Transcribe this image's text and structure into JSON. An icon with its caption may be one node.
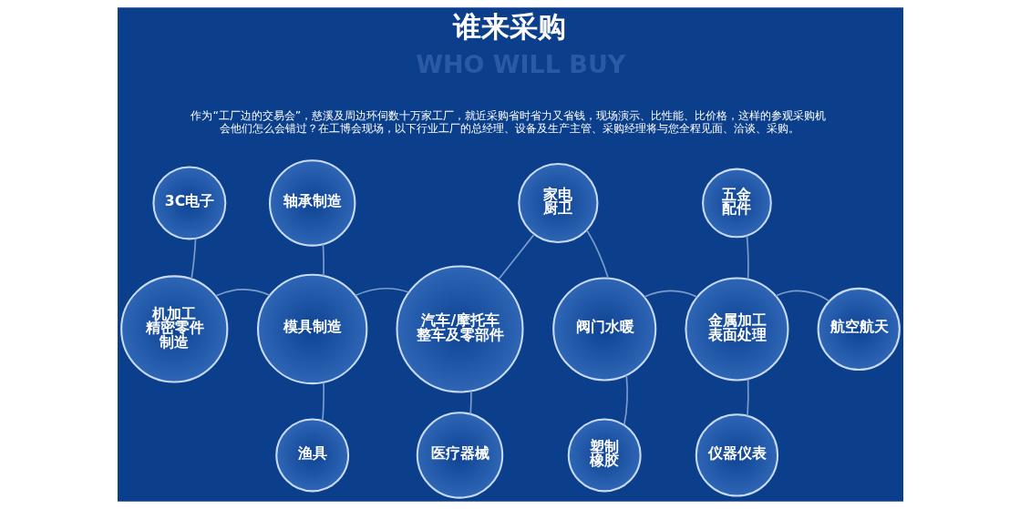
{
  "diagram": {
    "title": "谁来采购",
    "nodes": [
      {
        "text": [
          "机加工精密零件制造"
        ]
      },
      {
        "text": [
          "3C电子"
        ]
      },
      {
        "text": [
          "轴承制造"
        ]
      },
      {
        "text": [
          "模具制造"
        ]
      },
      {
        "text": [
          "渔具"
        ]
      },
      {
        "text": [
          "医疗器械"
        ]
      },
      {
        "text": [
          "汽车/摩托车整车及零部件"
        ]
      },
      {
        "text": [
          "家电厨卫"
        ]
      },
      {
        "text": [
          "阀门水暖"
        ]
      },
      {
        "text": [
          "塑制橡胶"
        ]
      },
      {
        "text": [
          "仪器仪表"
        ]
      },
      {
        "text": [
          "金属加工表面处理"
        ]
      },
      {
        "text": [
          "五金配件"
        ]
      },
      {
        "text": [
          "航空航天"
        ]
      }
    ],
    "edges": [
      {
        "from": 0,
        "to": 1,
        "arrow": "none"
      },
      {
        "from": 0,
        "to": 3,
        "arrow": "none"
      },
      {
        "from": 3,
        "to": 2,
        "arrow": "none"
      },
      {
        "from": 3,
        "to": 4,
        "arrow": "none"
      },
      {
        "from": 3,
        "to": 6,
        "arrow": "none"
      },
      {
        "from": 6,
        "to": 5,
        "arrow": "none"
      },
      {
        "from": 6,
        "to": 7,
        "arrow": "none"
      },
      {
        "from": 7,
        "to": 8,
        "arrow": "none"
      },
      {
        "from": 8,
        "to": 9,
        "arrow": "none"
      },
      {
        "from": 8,
        "to": 11,
        "arrow": "none"
      },
      {
        "from": 11,
        "to": 12,
        "arrow": "none"
      },
      {
        "from": 11,
        "to": 10,
        "arrow": "none"
      },
      {
        "from": 11,
        "to": 13,
        "arrow": "none"
      }
    ],
    "labels": [
      "WHO WILL BUY",
      "作为“工厂边的交易会”，慈溪及周边环伺数十万家工厂，就近采购省时省力又省钱，现场演示、比性能、比价格，这样的参观采购机会他们怎么会错过？在工博会现场，以下行业工厂的总经理、设备及生产主管、采购经理将与您全程见面、洽谈、采购。"
    ]
  }
}
